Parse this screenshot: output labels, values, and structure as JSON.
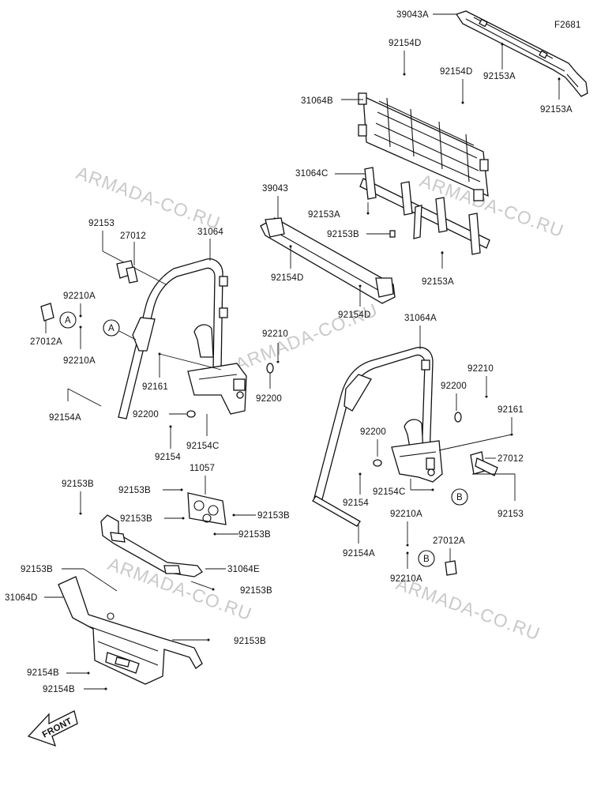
{
  "figure_code": "F2681",
  "front_label": "FRONT",
  "watermarks": [
    "ARMADA-CO.RU",
    "ARMADA-CO.RU",
    "ARMADA-CO.RU",
    "ARMADA-CO.RU",
    "ARMADA-CO.RU"
  ],
  "callouts": {
    "a_left": "A",
    "a_right": "A",
    "b_left": "B",
    "b_right": "B"
  },
  "labels": {
    "p39043a": "39043A",
    "p92154d_top": "92154D",
    "p92154d_r": "92154D",
    "p92153a_top": "92153A",
    "p92153a_right": "92153A",
    "p31064b": "31064B",
    "p31064c": "31064C",
    "p39043": "39043",
    "p92153a_mid": "92153A",
    "p92153b_mid": "92153B",
    "p92154d_l": "92154D",
    "p92154d_bot": "92154D",
    "p92153a_low": "92153A",
    "p92153_l": "92153",
    "p27012_l": "27012",
    "p31064_l": "31064",
    "p92210a_l1": "92210A",
    "p27012a_l": "27012A",
    "p92210a_l2": "92210A",
    "p92210_l": "92210",
    "p92161_l": "92161",
    "p92154a_l": "92154A",
    "p92200_l1": "92200",
    "p92200_l2": "92200",
    "p92154c_l": "92154C",
    "p92154_l": "92154",
    "p31064a": "31064A",
    "p92210_r": "92210",
    "p92200_r1": "92200",
    "p92161_r": "92161",
    "p92200_r2": "92200",
    "p27012_r": "27012",
    "p92154_r": "92154",
    "p92154c_r": "92154C",
    "p92153_r": "92153",
    "p92154a_r": "92154A",
    "p92210a_r1": "92210A",
    "p27012a_r": "27012A",
    "p92210a_r2": "92210A",
    "p92153b_1": "92153B",
    "p11057": "11057",
    "p92153b_2": "92153B",
    "p92153b_3": "92153B",
    "p92153b_4": "92153B",
    "p92153b_5": "92153B",
    "p92153b_6": "92153B",
    "p31064e": "31064E",
    "p92153b_7": "92153B",
    "p31064d": "31064D",
    "p92153b_8": "92153B",
    "p92154b_1": "92154B",
    "p92154b_2": "92154B"
  }
}
